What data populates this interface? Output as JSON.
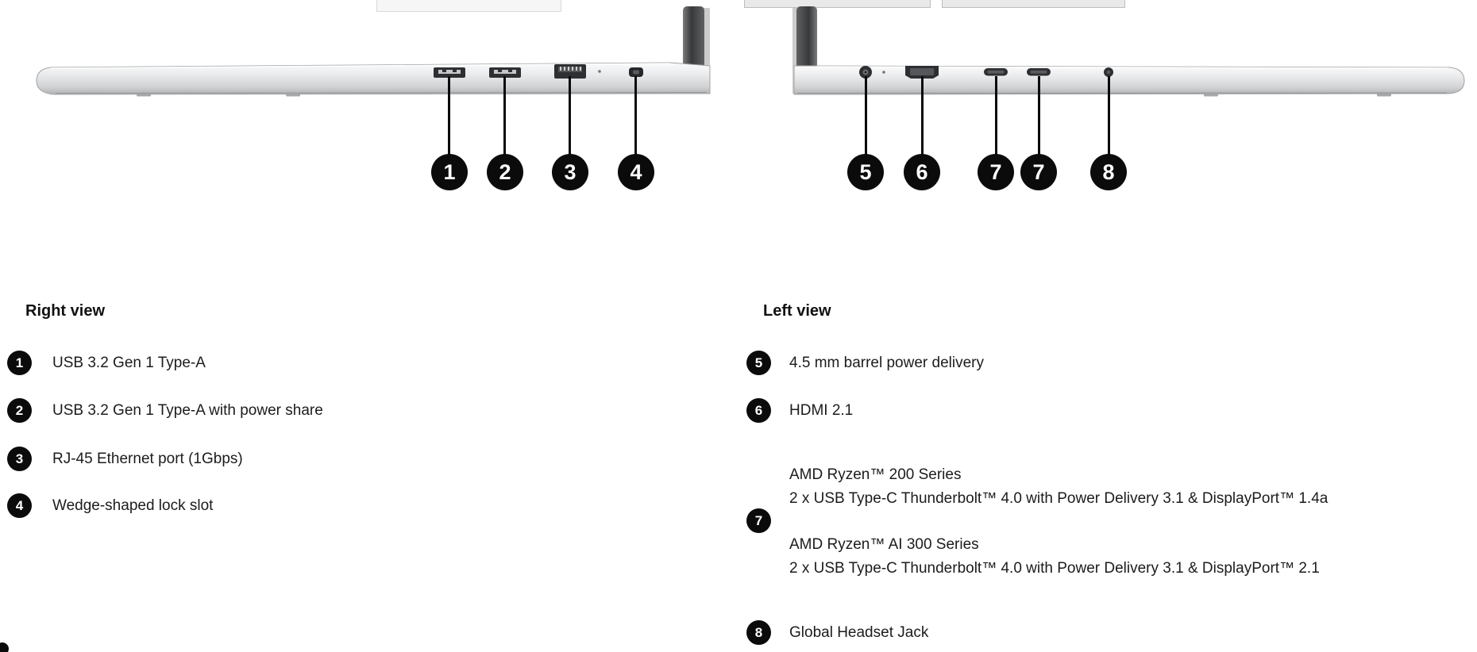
{
  "colors": {
    "background": "#ffffff",
    "callout_circle": "#0b0b0b",
    "callout_number": "#ffffff",
    "text": "#1c1c1e"
  },
  "figure_right_view": {
    "callouts": [
      "1",
      "2",
      "3",
      "4"
    ],
    "port_icons": [
      "usb-a-port",
      "usb-a-port",
      "rj45-ethernet-port",
      "wedge-lock-slot"
    ]
  },
  "figure_left_view": {
    "callouts": [
      "5",
      "6",
      "7",
      "7",
      "8"
    ],
    "port_icons": [
      "barrel-power-jack",
      "hdmi-port",
      "usb-c-port",
      "usb-c-port",
      "headset-jack"
    ]
  },
  "legend_right": {
    "heading": "Right view",
    "items": [
      {
        "num": "1",
        "label": "USB 3.2 Gen 1 Type-A"
      },
      {
        "num": "2",
        "label": "USB 3.2 Gen 1 Type-A with power share"
      },
      {
        "num": "3",
        "label": "RJ-45 Ethernet port (1Gbps)"
      },
      {
        "num": "4",
        "label": "Wedge-shaped lock slot"
      }
    ]
  },
  "legend_left": {
    "heading": "Left view",
    "items": [
      {
        "num": "5",
        "label": "4.5 mm barrel power delivery"
      },
      {
        "num": "6",
        "label": "HDMI 2.1"
      },
      {
        "num": "7",
        "lines": [
          "AMD Ryzen™ 200 Series",
          "2 x USB Type-C Thunderbolt™ 4.0 with Power Delivery 3.1 & DisplayPort™ 1.4a",
          "AMD Ryzen™ AI 300 Series",
          "2 x USB Type-C Thunderbolt™ 4.0 with Power Delivery 3.1 & DisplayPort™ 2.1"
        ]
      },
      {
        "num": "8",
        "label": "Global Headset Jack"
      }
    ]
  }
}
